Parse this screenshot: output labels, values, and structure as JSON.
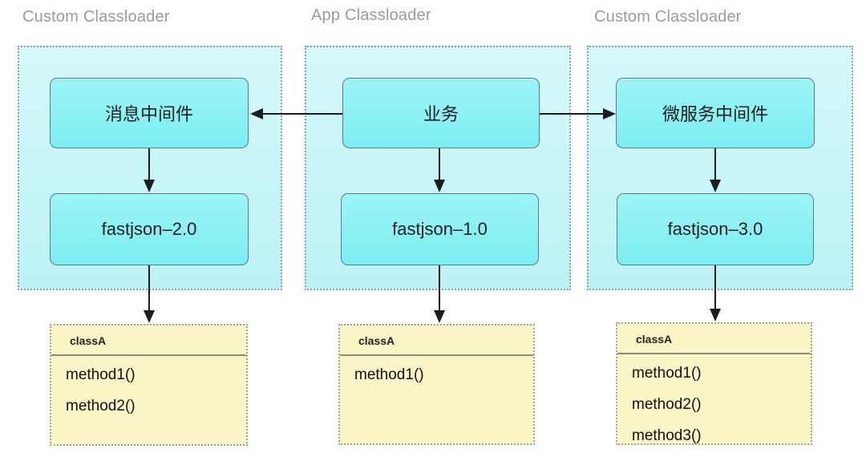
{
  "diagram": {
    "columns": [
      {
        "loader_label": "Custom Classloader",
        "top_node": "消息中间件",
        "lib_node": "fastjson–2.0",
        "class_box": {
          "name": "classA",
          "methods": [
            "method1()",
            "method2()"
          ]
        }
      },
      {
        "loader_label": "App Classloader",
        "top_node": "业务",
        "lib_node": "fastjson–1.0",
        "class_box": {
          "name": "classA",
          "methods": [
            "method1()"
          ]
        }
      },
      {
        "loader_label": "Custom Classloader",
        "top_node": "微服务中间件",
        "lib_node": "fastjson–3.0",
        "class_box": {
          "name": "classA",
          "methods": [
            "method1()",
            "method2()",
            "method3()"
          ]
        }
      }
    ],
    "colors": {
      "container_fill_top": "#d6f9fb",
      "container_fill_bottom": "#bcf2f5",
      "container_border": "#8fa4a6",
      "node_fill_top": "#9df4f6",
      "node_fill_bottom": "#7beef1",
      "node_border": "#5f7c85",
      "class_fill": "#faf5c6",
      "class_border": "#a3a39a",
      "class_separator": "#8c8c7e",
      "title_text": "#9b9b9b",
      "node_text": "#1d1d1f",
      "arrow": "#1c1c1c"
    }
  }
}
